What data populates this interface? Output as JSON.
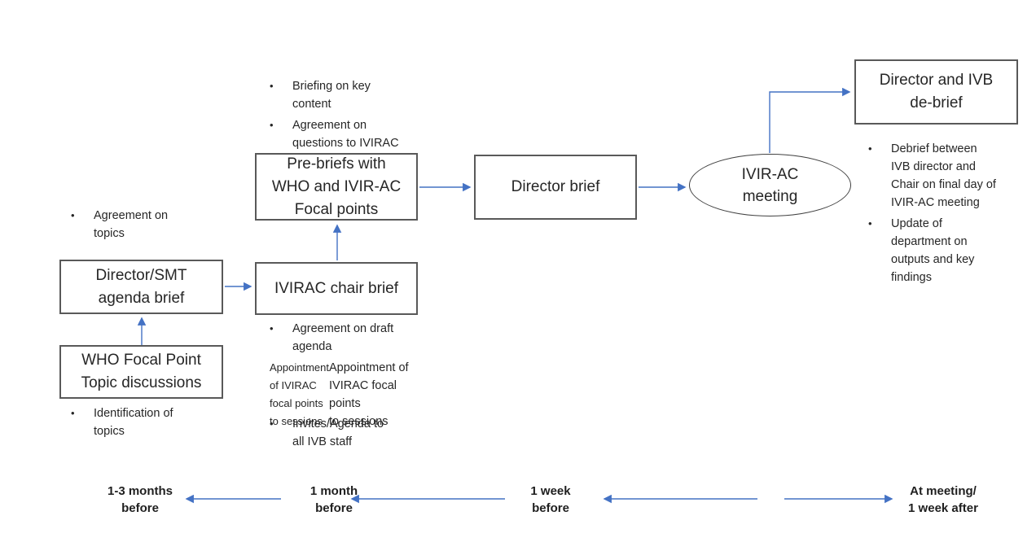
{
  "glyphs": {
    "bullet": "•"
  },
  "colors": {
    "arrow_blue": "#4472c4",
    "box_border": "#595959",
    "ellipse_border": "#404040",
    "text": "#262626",
    "timeline_text": "#1f1f1f"
  },
  "nodes": {
    "who_focal_point": {
      "label": "WHO Focal Point\nTopic discussions"
    },
    "director_smt": {
      "label": "Director/SMT\nagenda brief"
    },
    "ivirac_chair_brief": {
      "label": "IVIRAC chair brief"
    },
    "pre_briefs": {
      "label": "Pre-briefs with\nWHO and IVIR-AC\nFocal points"
    },
    "director_brief": {
      "label": "Director brief"
    },
    "ivirac_meeting": {
      "label": "IVIR-AC\nmeeting"
    },
    "director_ivb_debrief": {
      "label": "Director and IVB\nde-brief"
    }
  },
  "notes": {
    "smt_agenda": [
      "Agreement on\ntopics"
    ],
    "who_focal": [
      "Identification of\ntopics"
    ],
    "pre_briefs": [
      "Briefing on key\ncontent",
      "Agreement on\nquestions to IVIRAC"
    ],
    "chair_brief": [
      "Agreement on draft\nagenda",
      "Appointment of\nIVIRAC focal points\nto sessions"
    ],
    "invites": [
      "Invites/Agenda to\nall IVB staff"
    ],
    "debrief": [
      "Debrief between\nIVB director and\nChair on final day of\nIVIR-AC meeting",
      "Update of\ndepartment on\noutputs and key\nfindings"
    ]
  },
  "timeline": {
    "labels": [
      "1-3 months\nbefore",
      "1 month\nbefore",
      "1 week\nbefore",
      "At meeting/\n1 week after"
    ]
  }
}
